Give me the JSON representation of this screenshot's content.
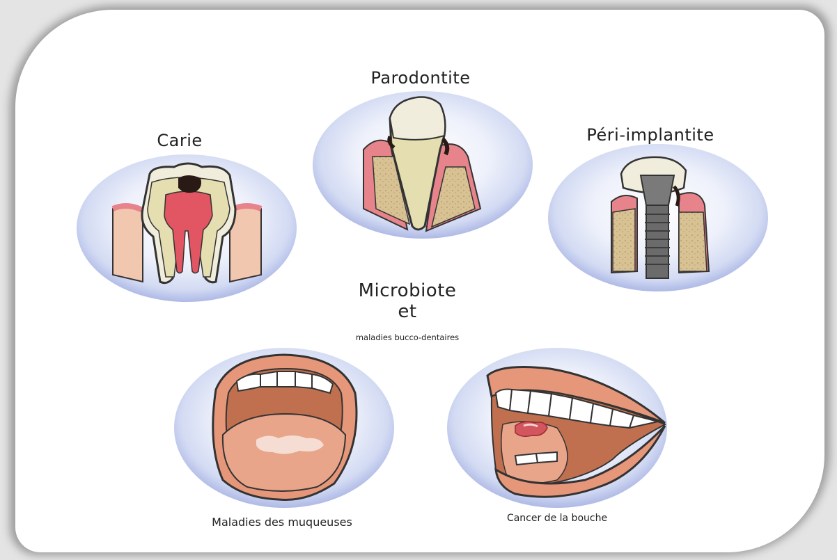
{
  "labels": {
    "carie": "Carie",
    "parodontite": "Parodontite",
    "peri_implantite": "Péri-implantite",
    "center_line1": "Microbiote",
    "center_line2": "et",
    "center_sub": "maladies bucco-dentaires",
    "muqueuses": "Maladies des muqueuses",
    "cancer": "Cancer de la bouche"
  },
  "colors": {
    "circle_fill": "#dfe5f5",
    "circle_edge": "#b7c2ea",
    "gum": "#e7838a",
    "enamel": "#f1eddc",
    "dentin": "#e4deb0",
    "pulp": "#e25563",
    "bone": "#d8c293",
    "cavity": "#2a1a15",
    "implant": "#6b6b6b",
    "lip": "#e6977a",
    "tongue": "#e8a58a",
    "mouth_inside": "#c0704f"
  },
  "icons": [
    "caries-tooth-icon",
    "periodontitis-tooth-icon",
    "implant-icon",
    "open-mouth-icon",
    "mouth-side-icon"
  ]
}
